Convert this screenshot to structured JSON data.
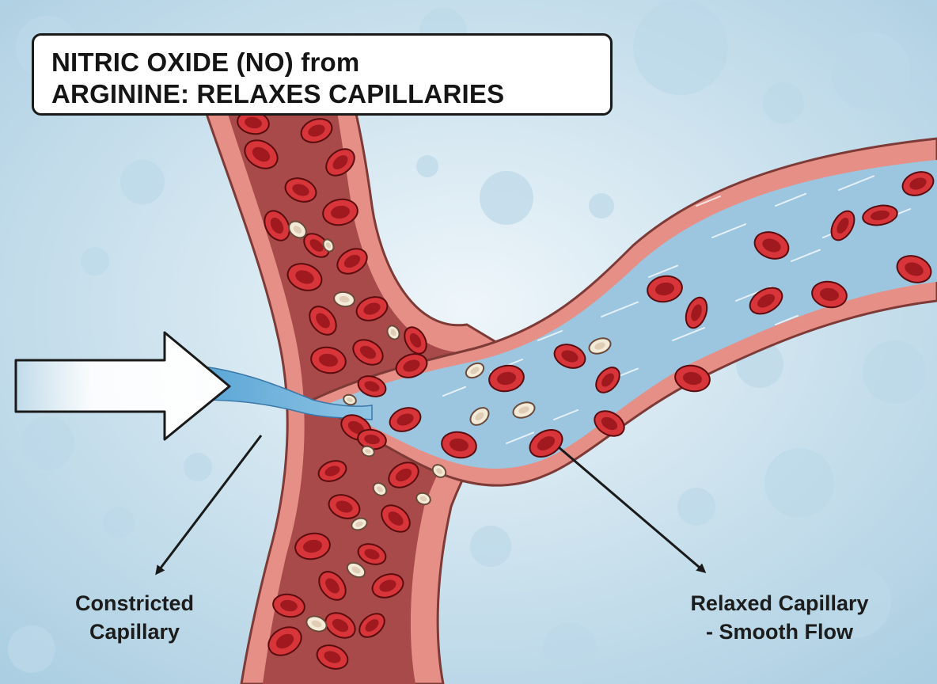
{
  "title": {
    "line1": "NITRIC OXIDE (NO) from",
    "line2": "ARGININE:  RELAXES CAPILLARIES"
  },
  "labels": {
    "constricted": {
      "line1": "Constricted",
      "line2": "Capillary"
    },
    "relaxed": {
      "line1": "Relaxed Capillary",
      "line2": "- Smooth Flow"
    }
  },
  "colors": {
    "background": "#cfe3ee",
    "vessel_wall": "#e58f86",
    "vessel_interior": "#a84a4a",
    "relaxed_flow": "#9cc6e0",
    "red_blood_cell": "#c61f24",
    "white_blood_cell": "#f4ead8",
    "arrow": "#ffffff"
  },
  "icons": {
    "flow_arrow": "right-arrow-icon",
    "pointer": "arrow-pointer-icon"
  }
}
